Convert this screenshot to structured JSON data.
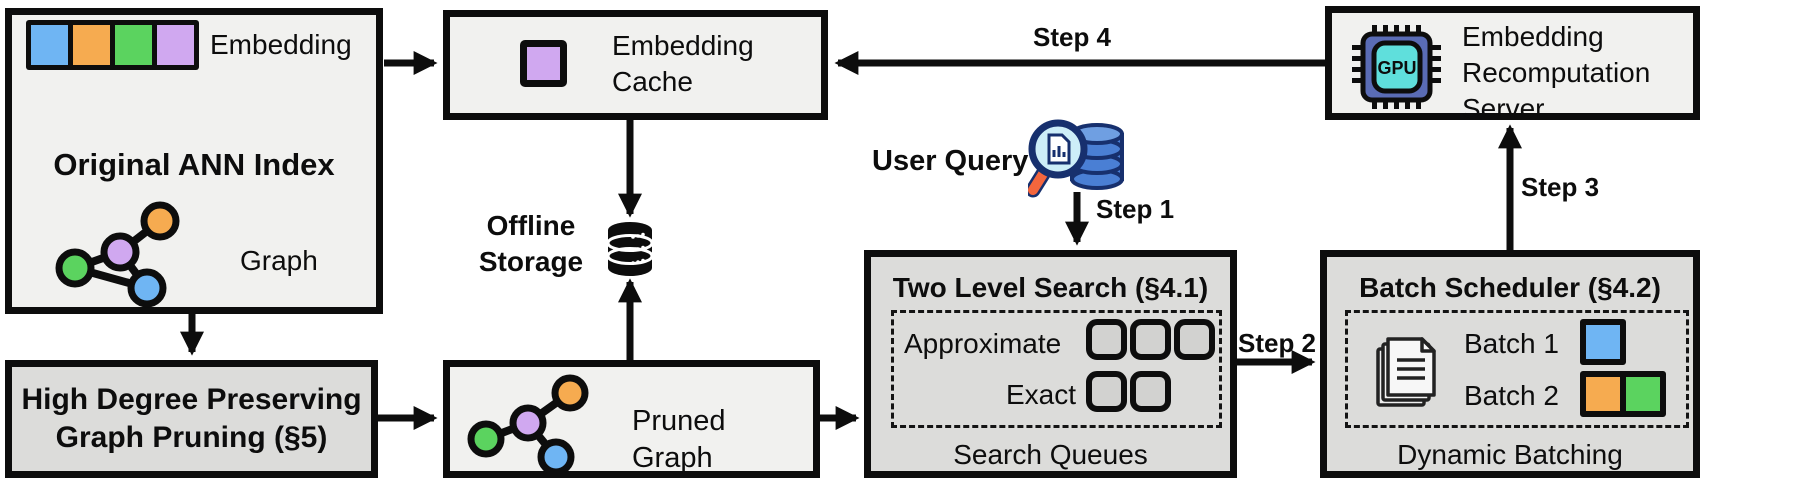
{
  "colors": {
    "box_light": "#f1f1ef",
    "box_dark": "#dcdcda",
    "border": "#0d0d0d",
    "node_blue": "#6fb5f3",
    "node_orange": "#f6ab50",
    "node_green": "#5bd35f",
    "node_purple": "#d0a8f0",
    "gpu_chip": "#5a6cb5",
    "gpu_core": "#5fdfdc",
    "query_db_blue": "#4a7fd4",
    "query_outline": "#17306e",
    "lens_fill": "#cdeef8",
    "handle_orange": "#f4663d"
  },
  "icons": {
    "embedding_strip": "embedding-vector-icon",
    "ann_graph": "graph-nodes-icon",
    "cache_square": "cached-embedding-icon",
    "gpu": "gpu-chip-icon",
    "offline_db": "database-icon",
    "user_query": "query-magnifier-database-icon",
    "pruned_graph": "pruned-graph-nodes-icon",
    "documents": "stacked-documents-icon"
  },
  "original_index": {
    "title": "Original ANN Index",
    "embedding_label": "Embedding",
    "graph_label": "Graph"
  },
  "embedding_cache": {
    "title": "Embedding\nCache"
  },
  "recomputation_server": {
    "title": "Embedding\nRecomputation\nServer",
    "gpu_label": "GPU"
  },
  "offline_storage": {
    "label": "Offline\nStorage"
  },
  "user_query": {
    "label": "User Query"
  },
  "pruning": {
    "title": "High Degree Preserving\nGraph Pruning (§5)"
  },
  "pruned_graph": {
    "label": "Pruned Graph"
  },
  "two_level_search": {
    "title": "Two Level Search (§4.1)",
    "rows": [
      {
        "label": "Approximate",
        "queue_count": 3
      },
      {
        "label": "Exact",
        "queue_count": 2
      }
    ],
    "footer": "Search Queues"
  },
  "batch_scheduler": {
    "title": "Batch Scheduler (§4.2)",
    "batches": [
      {
        "label": "Batch 1",
        "colors": [
          "#6fb5f3"
        ]
      },
      {
        "label": "Batch 2",
        "colors": [
          "#f6ab50",
          "#5bd35f"
        ]
      }
    ],
    "footer": "Dynamic Batching"
  },
  "steps": {
    "step1": "Step 1",
    "step2": "Step 2",
    "step3": "Step 3",
    "step4": "Step 4"
  }
}
